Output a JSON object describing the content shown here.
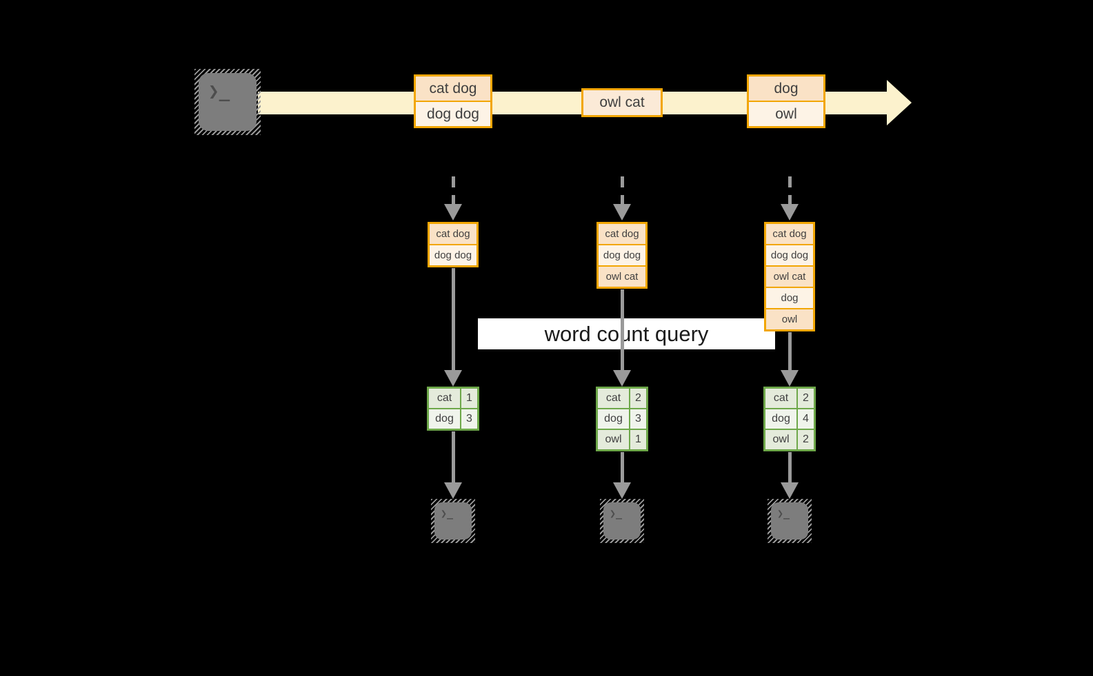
{
  "banner": {
    "label": "word count query"
  },
  "icons": {
    "terminal_prompt": "❯_"
  },
  "colors": {
    "stream_band": "#fcf2cd",
    "box_border": "#f2a602",
    "box_fill_dark": "#fae2c6",
    "box_fill_light": "#fdf3e6",
    "box_fill_mid": "#fbead7",
    "result_border": "#6ea84a",
    "result_fill_dark": "#e4ebdb",
    "result_fill_light": "#f0f4ec",
    "arrow_gray": "#9a9a9a",
    "terminal_gray": "#7d7d7d",
    "banner_bg": "#ffffff",
    "text_dark": "#3f3f3f",
    "banner_text": "#1b1b1b"
  },
  "stream": {
    "batches": [
      {
        "records": [
          "cat dog",
          "dog dog"
        ]
      },
      {
        "records": [
          "owl cat"
        ]
      },
      {
        "records": [
          "dog",
          "owl"
        ]
      }
    ]
  },
  "columns": [
    {
      "input_records": [
        "cat dog",
        "dog dog"
      ],
      "word_counts": [
        [
          "cat",
          "1"
        ],
        [
          "dog",
          "3"
        ]
      ]
    },
    {
      "input_records": [
        "cat dog",
        "dog dog",
        "owl cat"
      ],
      "word_counts": [
        [
          "cat",
          "2"
        ],
        [
          "dog",
          "3"
        ],
        [
          "owl",
          "1"
        ]
      ]
    },
    {
      "input_records": [
        "cat dog",
        "dog dog",
        "owl cat",
        "dog",
        "owl"
      ],
      "word_counts": [
        [
          "cat",
          "2"
        ],
        [
          "dog",
          "4"
        ],
        [
          "owl",
          "2"
        ]
      ]
    }
  ]
}
